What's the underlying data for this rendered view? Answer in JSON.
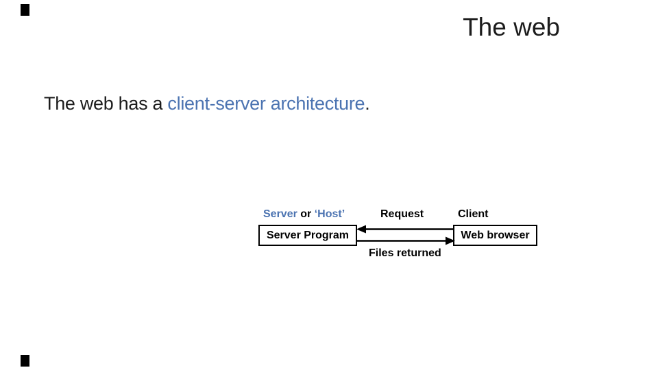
{
  "slide": {
    "title": "The web",
    "body": {
      "prefix": "The web has a ",
      "highlight": "client-server architecture",
      "suffix": "."
    },
    "diagram": {
      "server_role_server": "Server",
      "server_role_or": " or ",
      "server_role_host": "‘Host’",
      "request_label": "Request",
      "client_label": "Client",
      "server_box_label": "Server Program",
      "client_box_label": "Web browser",
      "files_label": "Files returned"
    },
    "colors": {
      "highlight_blue": "#4b73b1",
      "text_dark": "#1c1c1c",
      "diagram_black": "#000000",
      "background": "#ffffff"
    }
  }
}
